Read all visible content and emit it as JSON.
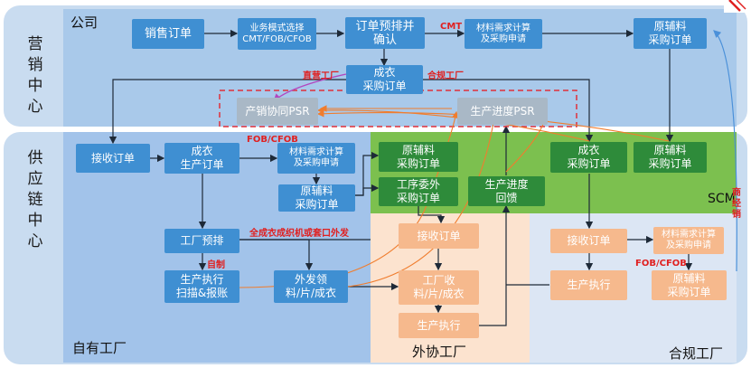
{
  "lanes": {
    "marketing": "营销中心",
    "supply": "供应链中心"
  },
  "regions": {
    "company": "公司",
    "own_factory": "自有工厂",
    "outsource_factory": "外协工厂",
    "compliant_factory": "合规工厂",
    "scm": "SCM"
  },
  "boxes": {
    "sales_order": "销售订单",
    "biz_mode": "业务模式选择\nCMT/FOB/CFOB",
    "pre_schedule": "订单预排并\n确认",
    "material_calc_top": "材料需求计算\n及采购申请",
    "raw_po_top": "原辅料\n采购订单",
    "garment_po_top": "成衣\n采购订单",
    "psr_sales": "产销协同PSR",
    "psr_progress": "生产进度PSR",
    "receive_order": "接收订单",
    "garment_prod_order": "成衣\n生产订单",
    "material_calc_own": "材料需求计算\n及采购申请",
    "raw_po_own": "原辅料\n采购订单",
    "scm_raw_po": "原辅料\n采购订单",
    "scm_process_outsource": "工序委外\n采购订单",
    "scm_progress": "生产进度\n回馈",
    "scm_garment_po": "成衣\n采购订单",
    "scm_raw_po_right": "原辅料\n采购订单",
    "factory_schedule": "工厂预排",
    "prod_exec_own": "生产执行\n扫描&报账",
    "outsource_material": "外发领\n料/片/成衣",
    "out_receive_order": "接收订单",
    "out_factory_receive": "工厂收\n料/片/成衣",
    "out_prod_exec": "生产执行",
    "comp_receive_order": "接收订单",
    "comp_material_calc": "材料需求计算\n及采购申请",
    "comp_prod_exec": "生产执行",
    "comp_raw_po": "原辅料\n采购订单"
  },
  "tags": {
    "cmt": "CMT",
    "direct_factory": "直营工厂",
    "compliant_factory": "合规工厂",
    "fob_cfob_own": "FOB/CFOB",
    "outsource_all": "全成衣成织机或套口外发",
    "self_made": "自制",
    "fob_cfob_comp": "FOB/CFOB",
    "distributor": "商\n经\n销"
  },
  "colors": {
    "lane_bg": "#c9dcf0",
    "company_bg": "#a9c9ea",
    "own_bg": "#a2c3ea",
    "outsource_bg": "#fce3cf",
    "compliant_bg": "#dce6f4",
    "scm_bg": "#7cc04f",
    "box_blue": "#3f8fd2",
    "box_green": "#2e8b3a",
    "box_orange": "#f6b98d",
    "accent_red": "#e02020"
  }
}
